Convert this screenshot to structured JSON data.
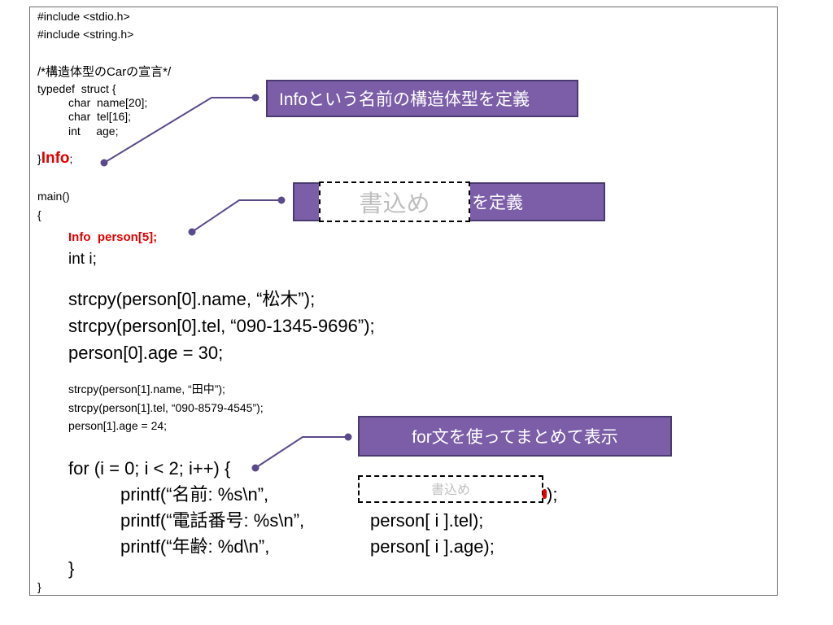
{
  "code": {
    "include_stdio": "#include <stdio.h>",
    "include_string": "#include <string.h>",
    "comment": "/*構造体型のCarの宣言*/",
    "typedef_open": "typedef  struct {",
    "field_name": "char  name[20];",
    "field_tel": "char  tel[16];",
    "field_age": "int     age;",
    "close_brace": "}",
    "type_name": "Info",
    "semicolon": ";",
    "main_decl": "main()",
    "main_open": "{",
    "var_person": "Info  person[5];",
    "var_i": "int i;",
    "p0_name": "strcpy(person[0].name, “松木”);",
    "p0_tel": "strcpy(person[0].tel, “090-1345-9696”);",
    "p0_age": "person[0].age = 30;",
    "p1_name": "strcpy(person[1].name, “田中”);",
    "p1_tel": "strcpy(person[1].tel, “090-8579-4545”);",
    "p1_age": "person[1].age = 24;",
    "for_line": "for (i = 0; i < 2; i++) {",
    "printf_name": "printf(“名前: %s\\n”,",
    "printf_name_end": ");",
    "printf_tel": "printf(“電話番号: %s\\n”,",
    "arg_tel": "person[ i ].tel);",
    "printf_age": "printf(“年齢: %d\\n”,",
    "arg_age": "person[ i ].age);",
    "for_close": "}",
    "main_close": "}"
  },
  "callouts": {
    "typedef_note": "Infoという名前の構造体型を定義",
    "array_note_suffix": "を定義",
    "for_note": "for文を使ってまとめて表示"
  },
  "blanks": {
    "array_blank": "書込め",
    "printf_blank": "書込め"
  },
  "colors": {
    "callout_fill": "#7b5ea7",
    "callout_border": "#4b3a72",
    "highlight_red": "#e00000"
  }
}
